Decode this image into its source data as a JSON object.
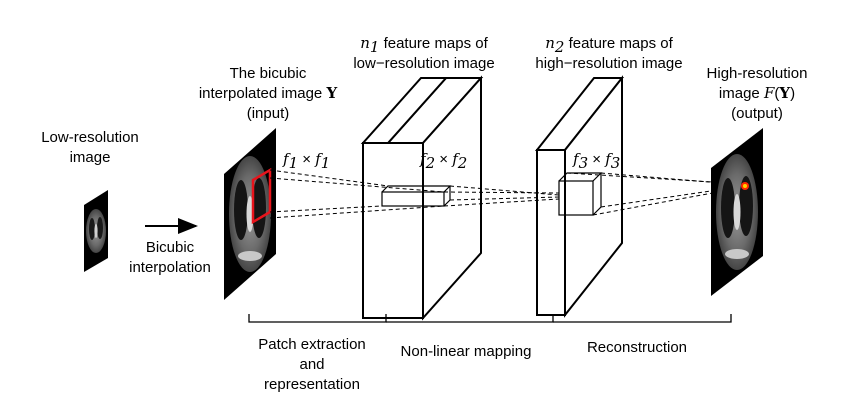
{
  "labels": {
    "low_res_line1": "Low-resolution",
    "low_res_line2": "image",
    "bicubic_line1": "Bicubic",
    "bicubic_line2": "interpolation",
    "interp_line1": "The bicubic",
    "interp_line2_text": "interpolated image ",
    "interp_line2_math": "Y",
    "interp_line3": "(input)",
    "n1_line1_math": "n",
    "n1_line1_sub": "1",
    "n1_line1_text": " feature maps of",
    "n1_line2": "low−resolution image",
    "n2_line1_math": "n",
    "n2_line1_sub": "2",
    "n2_line1_text": " feature maps of",
    "n2_line2": "high−resolution image",
    "hr_line1": "High-resolution",
    "hr_line2_text": "image ",
    "hr_line2_math_f": "F",
    "hr_line2_math_open": "(",
    "hr_line2_math_y": "Y",
    "hr_line2_math_close": ")",
    "hr_line3": "(output)",
    "f1_a": "f",
    "f1_a_sub": "1",
    "f1_x": " × ",
    "f1_b": "f",
    "f1_b_sub": "1",
    "f2_a": "f",
    "f2_a_sub": "2",
    "f2_x": " × ",
    "f2_b": "f",
    "f2_b_sub": "2",
    "f3_a": "f",
    "f3_a_sub": "3",
    "f3_x": " × ",
    "f3_b": "f",
    "f3_b_sub": "3"
  },
  "stages": {
    "patch_line1": "Patch extraction",
    "patch_line2": "and",
    "patch_line3": "representation",
    "nonlinear": "Non-linear mapping",
    "reconstruction": "Reconstruction"
  },
  "colors": {
    "patch_box": "#e8141c",
    "highlight_outer": "#ff2a00",
    "highlight_inner": "#ffd400"
  },
  "icons": {
    "arrow": "right-arrow-icon"
  }
}
